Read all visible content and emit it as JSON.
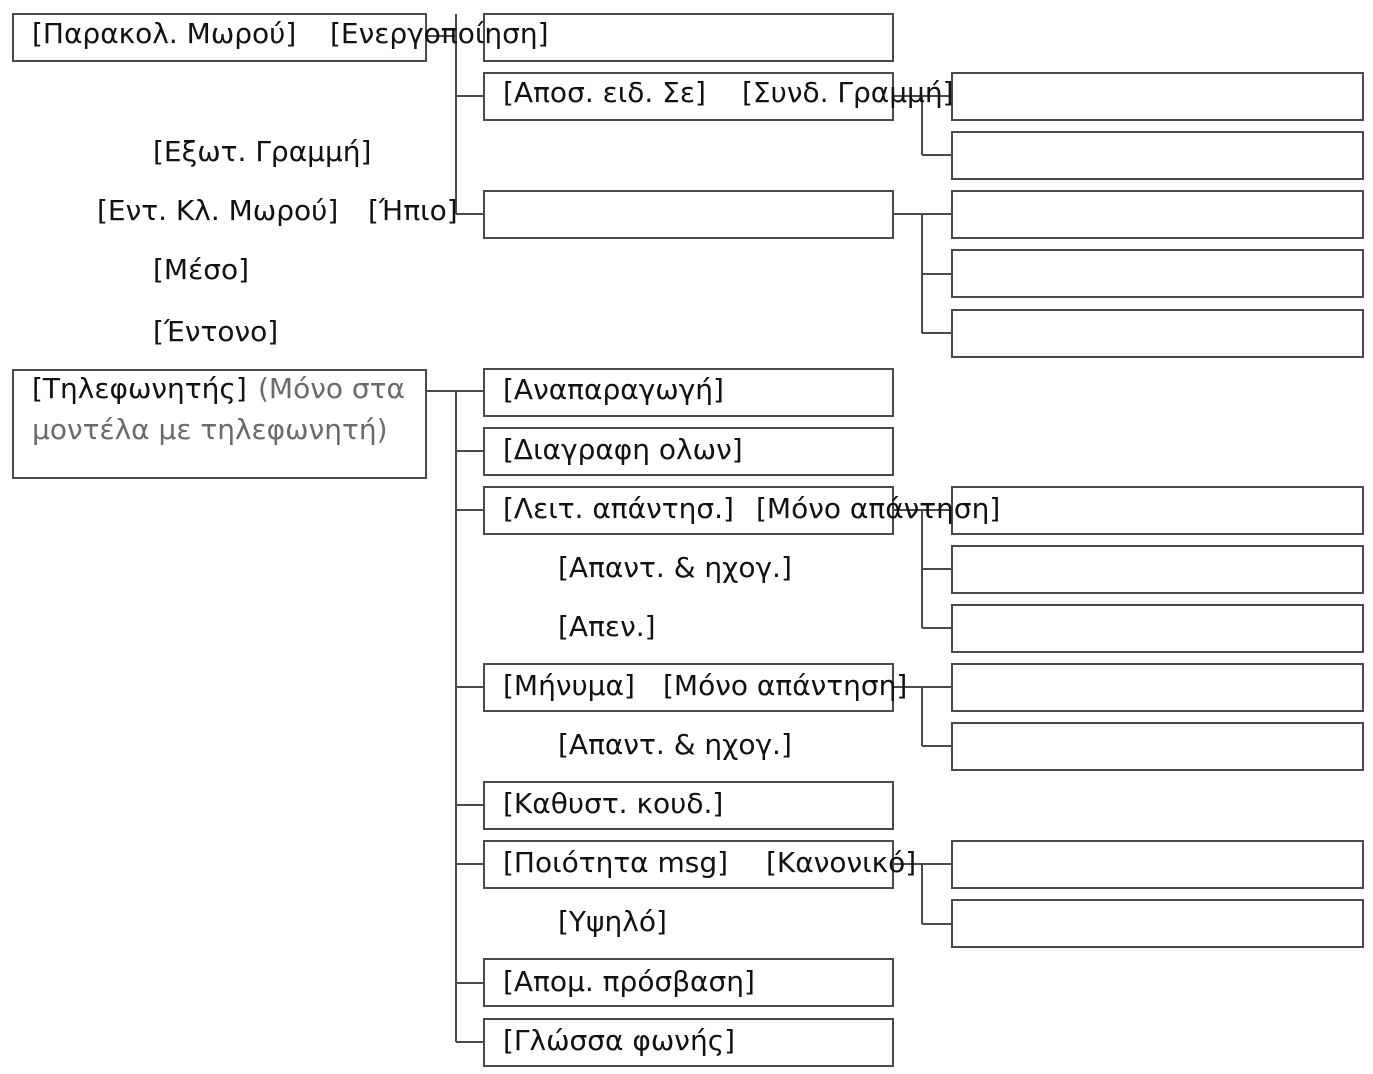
{
  "menu": {
    "baby_call": {
      "title": "[Παρακολ. Μωρού]",
      "activation": "[Ενεργοποίηση]",
      "send_alert": "[Αποσ. ειδ. Σε]",
      "send_alert_options": [
        "[Συνδ. Γραμμή]",
        "[Εξωτ. Γραμμή]"
      ],
      "cry_level": "[Εντ. Κλ. Μωρού]",
      "cry_level_options": [
        "[Ήπιο]",
        "[Μέσο]",
        "[Έντονο]"
      ]
    },
    "answering_machine": {
      "title": "[Τηλεφωνητής]",
      "note_line1": "(Μόνο στα",
      "note_line2": "μοντέλα με τηλεφωνητή)",
      "play": "[Αναπαραγωγή]",
      "delete_all": "[Διαγραφη ολων]",
      "answer_mode": "[Λειτ. απάντησ.]",
      "answer_mode_options": [
        "[Μόνο απάντηση]",
        "[Απαντ. & ηχογ.]",
        "[Απεν.]"
      ],
      "message": "[Μήνυμα]",
      "message_options": [
        "[Μόνο απάντηση]",
        "[Απαντ. & ηχογ.]"
      ],
      "ring_delay": "[Καθυστ. κουδ.]",
      "msg_quality": "[Ποιότητα msg]",
      "msg_quality_options": [
        "[Κανονικό]",
        "[Υψηλό]"
      ],
      "remote_access": "[Απομ. πρόσβαση]",
      "voice_language": "[Γλώσσα φωνής]"
    }
  }
}
